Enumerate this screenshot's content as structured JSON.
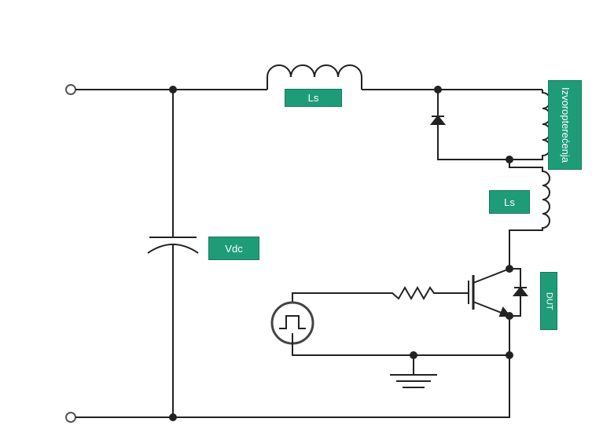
{
  "labels": {
    "ls_top": "Ls",
    "ls_mid": "Ls",
    "vdc": "Vdc",
    "izvor_line1": "Izvor",
    "izvor_line2": "opterećenja",
    "dut": "DUT"
  },
  "colors": {
    "label_bg": "#1e9c78",
    "label_text": "#ffffff",
    "wire": "#222222",
    "terminal": "#555555"
  },
  "components": [
    "dc-terminal-top",
    "dc-terminal-bottom",
    "bus-capacitor",
    "series-inductor-top",
    "freewheel-diode",
    "load-inductor",
    "stray-inductor",
    "igbt-dut",
    "antiparallel-diode",
    "gate-resistor",
    "pulse-source",
    "ground"
  ]
}
